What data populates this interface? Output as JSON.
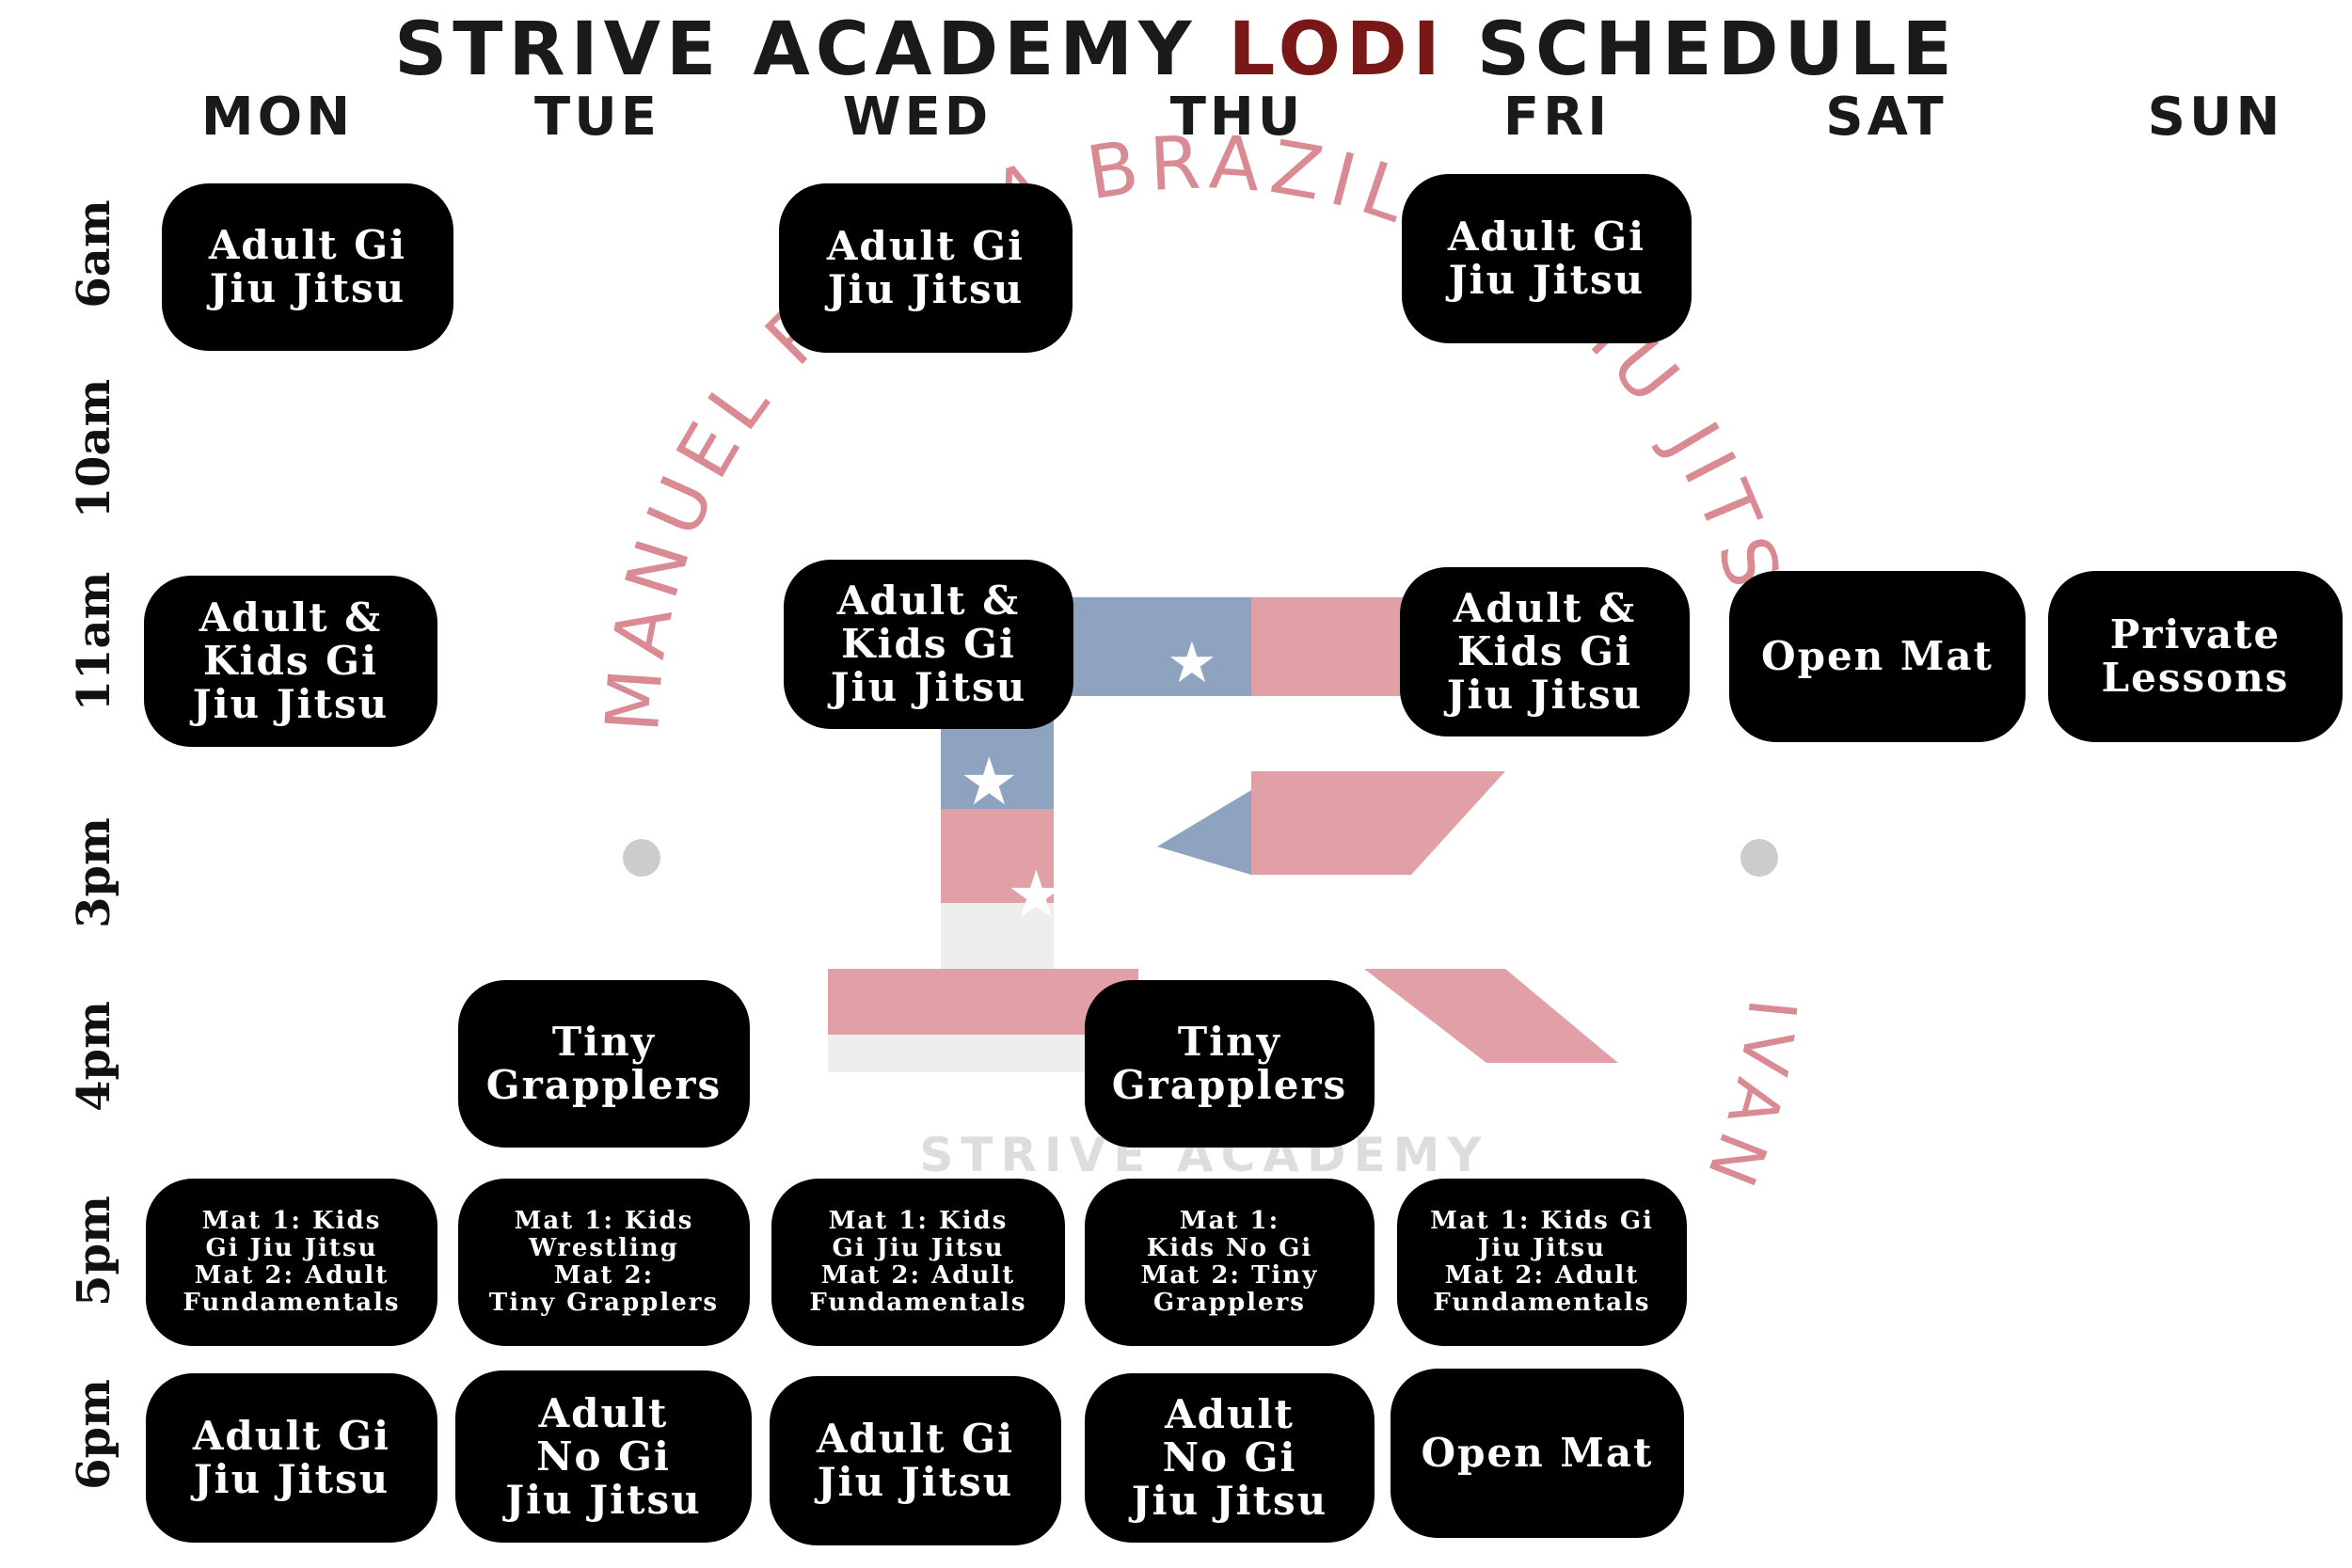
{
  "title": {
    "part1": "STRIVE ACADEMY",
    "accent": "LODI",
    "part2": "SCHEDULE"
  },
  "days": [
    "MON",
    "TUE",
    "WED",
    "THU",
    "FRI",
    "SAT",
    "SUN"
  ],
  "times": [
    "6am",
    "10am",
    "11am",
    "3pm",
    "4pm",
    "5pm",
    "6pm"
  ],
  "watermark": {
    "ring_text_top": "MANUEL ROCHA BRAZILIAN JIU JITSU",
    "ring_text_bottom": "IVAN",
    "logo_text": "STRIVE ACADEMY"
  },
  "colors": {
    "accent": "#7a1818",
    "box": "#000000",
    "box_text": "#ffffff"
  },
  "classes": {
    "mon_6am": "Adult Gi\nJiu Jitsu",
    "wed_6am": "Adult Gi\nJiu Jitsu",
    "fri_6am": "Adult Gi\nJiu Jitsu",
    "mon_11am": "Adult &\nKids Gi\nJiu Jitsu",
    "wed_11am": "Adult &\nKids Gi\nJiu Jitsu",
    "fri_11am": "Adult &\nKids Gi\nJiu Jitsu",
    "sat_11am": "Open Mat",
    "sun_11am": "Private\nLessons",
    "tue_4pm": "Tiny\nGrapplers",
    "thu_4pm": "Tiny\nGrapplers",
    "mon_5pm": "Mat 1: Kids\nGi Jiu Jitsu\nMat 2: Adult\nFundamentals",
    "tue_5pm": "Mat 1: Kids\nWrestling\nMat 2:\nTiny Grapplers",
    "wed_5pm": "Mat 1: Kids\nGi Jiu Jitsu\nMat 2: Adult\nFundamentals",
    "thu_5pm": "Mat 1:\nKids No Gi\nMat 2: Tiny\nGrapplers",
    "fri_5pm": "Mat 1: Kids Gi\nJiu Jitsu\nMat 2: Adult\nFundamentals",
    "mon_6pm": "Adult Gi\nJiu Jitsu",
    "tue_6pm": "Adult\nNo Gi\nJiu Jitsu",
    "wed_6pm": "Adult Gi\nJiu Jitsu",
    "thu_6pm": "Adult\nNo Gi\nJiu Jitsu",
    "fri_6pm": "Open Mat"
  }
}
